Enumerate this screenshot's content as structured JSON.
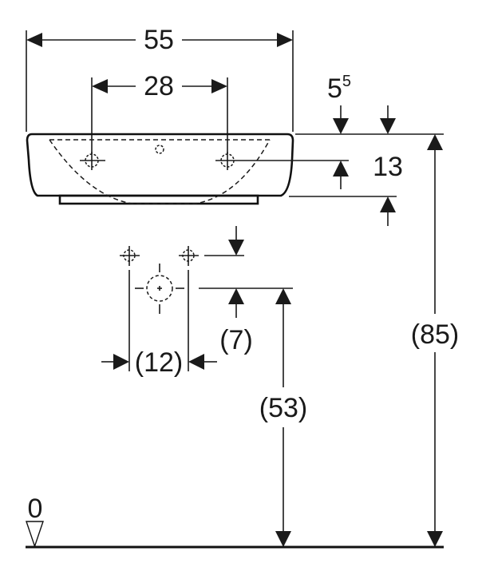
{
  "drawing": {
    "title": "Washbasin dimension drawing",
    "units": "cm",
    "colors": {
      "line": "#1a1a1a",
      "background": "#ffffff"
    },
    "dimensions": {
      "overall_width": "55",
      "tap_hole_spacing": "28",
      "rim_offset_base": "5",
      "rim_offset_sup": "5",
      "depth": "13",
      "supply_spacing": "(12)",
      "drain_offset": "(7)",
      "drain_height": "(53)",
      "rim_height": "(85)",
      "floor_level": "0"
    }
  }
}
